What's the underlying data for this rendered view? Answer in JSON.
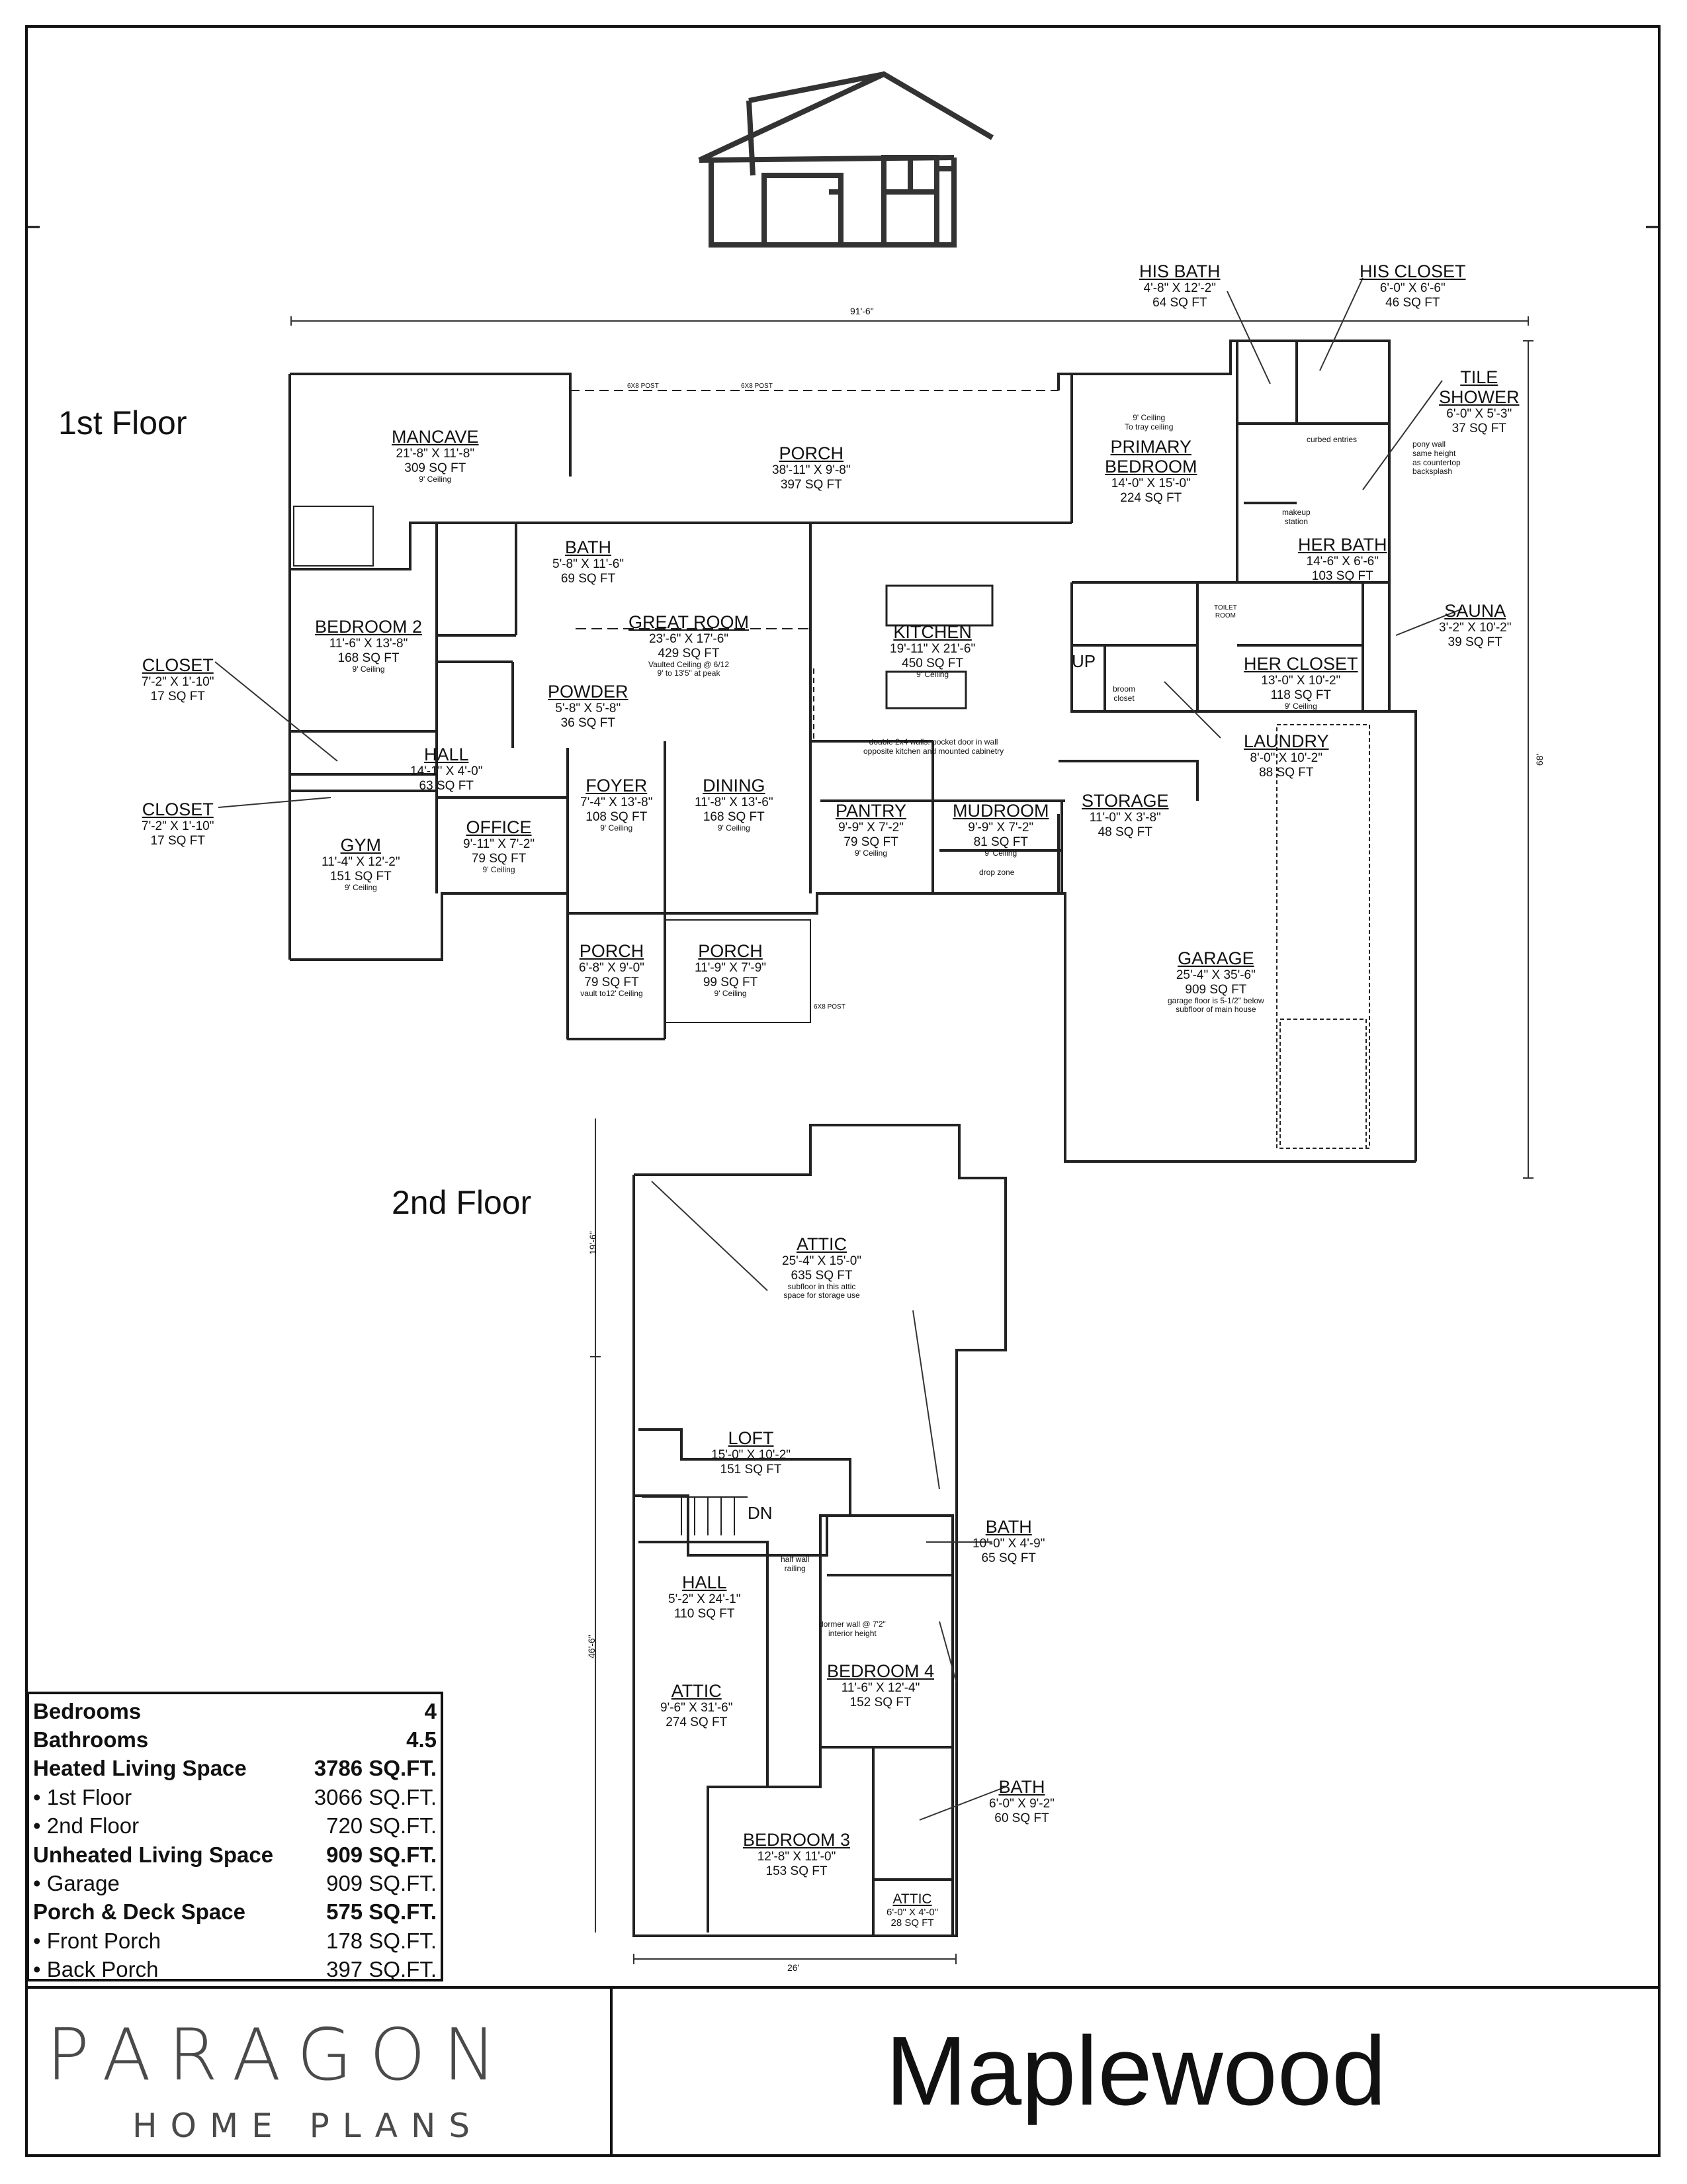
{
  "floors": {
    "first": "1st Floor",
    "second": "2nd Floor"
  },
  "dimensions": {
    "overall_width": "91'-6\"",
    "overall_depth": "68'",
    "upper_width": "26'",
    "upper_depth_a": "19'-6\"",
    "upper_depth_b": "46'-6\""
  },
  "rooms": [
    {
      "name": "MANCAVE",
      "dims": "21'-8\" X 11'-8\"",
      "area": "309 SQ FT",
      "note": "9' Ceiling"
    },
    {
      "name": "PORCH",
      "dims": "38'-11\" X 9'-8\"",
      "area": "397 SQ FT",
      "note": ""
    },
    {
      "name": "BATH",
      "dims": "5'-8\" X 11'-6\"",
      "area": "69 SQ FT",
      "note": ""
    },
    {
      "name": "GREAT ROOM",
      "dims": "23'-6\" X 17'-6\"",
      "area": "429 SQ FT",
      "note": "Vaulted Ceiling @ 6/12\n9' to 13'5\" at peak"
    },
    {
      "name": "KITCHEN",
      "dims": "19'-11\" X 21'-6\"",
      "area": "450 SQ FT",
      "note": "9' Ceiling"
    },
    {
      "name": "BEDROOM 2",
      "dims": "11'-6\" X 13'-8\"",
      "area": "168 SQ FT",
      "note": "9' Ceiling"
    },
    {
      "name": "POWDER",
      "dims": "5'-8\" X 5'-8\"",
      "area": "36 SQ FT",
      "note": ""
    },
    {
      "name": "HALL",
      "dims": "14'-1\" X 4'-0\"",
      "area": "63 SQ FT",
      "note": ""
    },
    {
      "name": "CLOSET",
      "dims": "7'-2\" X 1'-10\"",
      "area": "17 SQ FT",
      "note": ""
    },
    {
      "name": "CLOSET",
      "dims": "7'-2\" X 1'-10\"",
      "area": "17 SQ FT",
      "note": ""
    },
    {
      "name": "GYM",
      "dims": "11'-4\" X 12'-2\"",
      "area": "151 SQ FT",
      "note": "9' Ceiling"
    },
    {
      "name": "OFFICE",
      "dims": "9'-11\" X 7'-2\"",
      "area": "79 SQ FT",
      "note": "9' Ceiling"
    },
    {
      "name": "FOYER",
      "dims": "7'-4\" X 13'-8\"",
      "area": "108 SQ FT",
      "note": "9' Ceiling"
    },
    {
      "name": "DINING",
      "dims": "11'-8\" X 13'-6\"",
      "area": "168 SQ FT",
      "note": "9' Ceiling"
    },
    {
      "name": "PANTRY",
      "dims": "9'-9\" X 7'-2\"",
      "area": "79 SQ FT",
      "note": "9' Ceiling"
    },
    {
      "name": "MUDROOM",
      "dims": "9'-9\" X 7'-2\"",
      "area": "81 SQ FT",
      "note": "9' Ceiling"
    },
    {
      "name": "PORCH",
      "dims": "6'-8\" X 9'-0\"",
      "area": "79 SQ FT",
      "note": "vault to12' Ceiling"
    },
    {
      "name": "PORCH",
      "dims": "11'-9\" X 7'-9\"",
      "area": "99 SQ FT",
      "note": "9' Ceiling"
    },
    {
      "name": "PRIMARY\nBEDROOM",
      "dims": "14'-0\" X 15'-0\"",
      "area": "224 SQ FT",
      "note": ""
    },
    {
      "name": "HIS BATH",
      "dims": "4'-8\" X 12'-2\"",
      "area": "64 SQ FT",
      "note": ""
    },
    {
      "name": "HIS CLOSET",
      "dims": "6'-0\" X 6'-6\"",
      "area": "46 SQ FT",
      "note": ""
    },
    {
      "name": "TILE\nSHOWER",
      "dims": "6'-0\" X 5'-3\"",
      "area": "37 SQ FT",
      "note": ""
    },
    {
      "name": "HER BATH",
      "dims": "14'-6\" X 6'-6\"",
      "area": "103 SQ FT",
      "note": ""
    },
    {
      "name": "SAUNA",
      "dims": "3'-2\" X 10'-2\"",
      "area": "39 SQ FT",
      "note": ""
    },
    {
      "name": "HER CLOSET",
      "dims": "13'-0\" X 10'-2\"",
      "area": "118 SQ FT",
      "note": "9' Ceiling"
    },
    {
      "name": "LAUNDRY",
      "dims": "8'-0\" X 10'-2\"",
      "area": "88 SQ FT",
      "note": ""
    },
    {
      "name": "STORAGE",
      "dims": "11'-0\" X 3'-8\"",
      "area": "48 SQ FT",
      "note": ""
    },
    {
      "name": "GARAGE",
      "dims": "25'-4\" X 35'-6\"",
      "area": "909 SQ FT",
      "note": "garage floor is 5-1/2\" below\nsubfloor of main house"
    },
    {
      "name": "ATTIC",
      "dims": "25'-4\" X 15'-0\"",
      "area": "635 SQ FT",
      "note": "subfloor in this attic\nspace for storage use"
    },
    {
      "name": "LOFT",
      "dims": "15'-0\" X 10'-2\"",
      "area": "151 SQ FT",
      "note": ""
    },
    {
      "name": "BATH",
      "dims": "10'-0\" X 4'-9\"",
      "area": "65 SQ FT",
      "note": ""
    },
    {
      "name": "HALL",
      "dims": "5'-2\" X 24'-1\"",
      "area": "110 SQ FT",
      "note": ""
    },
    {
      "name": "BEDROOM 4",
      "dims": "11'-6\" X 12'-4\"",
      "area": "152 SQ FT",
      "note": ""
    },
    {
      "name": "ATTIC",
      "dims": "9'-6\" X 31'-6\"",
      "area": "274 SQ FT",
      "note": ""
    },
    {
      "name": "BATH",
      "dims": "6'-0\" X 9'-2\"",
      "area": "60 SQ FT",
      "note": ""
    },
    {
      "name": "BEDROOM 3",
      "dims": "12'-8\" X 11'-0\"",
      "area": "153 SQ FT",
      "note": ""
    },
    {
      "name": "ATTIC",
      "dims": "6'-0\" X 4'-0\"",
      "area": "28 SQ FT",
      "note": ""
    }
  ],
  "notes": [
    "double 2x4 walls. pocket door in wall\nopposite kitchen and mounted cabinetry",
    "9' Ceiling\nTo tray ceiling",
    "curbed entries",
    "pony wall\nsame height\nas countertop\nbacksplash",
    "makeup\nstation",
    "TOILET\nROOM",
    "drop zone",
    "broom\ncloset",
    "dormer wall @ 7'2\"\ninterior height",
    "half wall\nrailing",
    "UP",
    "DN",
    "6X8 POST"
  ],
  "stats": [
    {
      "label": "Bedrooms",
      "value": "4",
      "bold": true,
      "sub": false
    },
    {
      "label": "Bathrooms",
      "value": "4.5",
      "bold": true,
      "sub": false
    },
    {
      "label": "Heated Living Space",
      "value": "3786 SQ.FT.",
      "bold": true,
      "sub": false
    },
    {
      "label": "1st Floor",
      "value": "3066 SQ.FT.",
      "bold": false,
      "sub": true
    },
    {
      "label": "2nd Floor",
      "value": "720 SQ.FT.",
      "bold": false,
      "sub": true
    },
    {
      "label": "Unheated Living Space",
      "value": "909 SQ.FT.",
      "bold": true,
      "sub": false
    },
    {
      "label": "Garage",
      "value": "909 SQ.FT.",
      "bold": false,
      "sub": true
    },
    {
      "label": "Porch & Deck Space",
      "value": "575 SQ.FT.",
      "bold": true,
      "sub": false
    },
    {
      "label": "Front Porch",
      "value": "178 SQ.FT.",
      "bold": false,
      "sub": true
    },
    {
      "label": "Back Porch",
      "value": "397 SQ.FT.",
      "bold": false,
      "sub": true
    }
  ],
  "branding": {
    "company": "PARAGON",
    "tagline": "HOME PLANS",
    "plan_name": "Maplewood"
  }
}
